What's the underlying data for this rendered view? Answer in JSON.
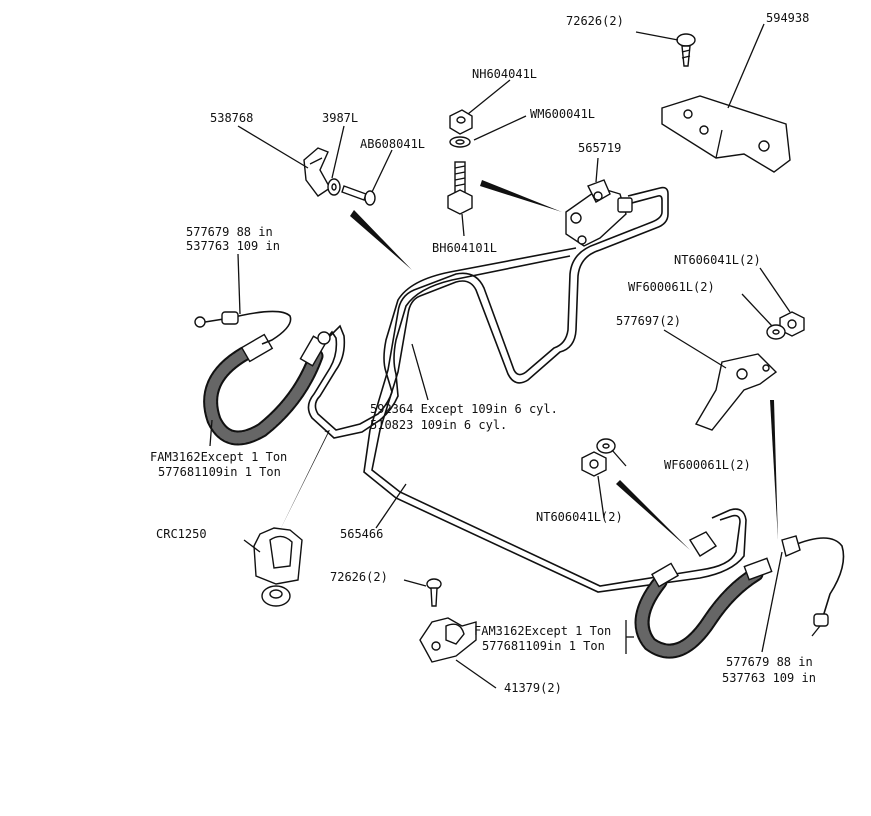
{
  "labels": {
    "l72626_top": "72626(2)",
    "l594938": "594938",
    "lNH604041L": "NH604041L",
    "lWM600041L": "WM600041L",
    "l538768": "538768",
    "l3987L": "3987L",
    "lAB608041L": "AB608041L",
    "l565719": "565719",
    "lBH604101L": "BH604101L",
    "l577679_left_a": "577679 88 in",
    "l577679_left_b": "537763 109 in",
    "lNT606041L_right": "NT606041L(2)",
    "lWF600061L_right": "WF600061L(2)",
    "l577697": "577697(2)",
    "l592364_a": "592364 Except 109in 6 cyl.",
    "l592364_b": "510823 109in 6 cyl.",
    "lFAM_left_a": "FAM3162Except 1 Ton",
    "lFAM_left_b": "577681109in 1 Ton",
    "lWF600061L_mid": "WF600061L(2)",
    "lCRC1250": "CRC1250",
    "l565466": "565466",
    "lNT606041L_mid": "NT606041L(2)",
    "l72626_bottom": "72626(2)",
    "lFAM_right_a": "FAM3162Except 1 Ton",
    "lFAM_right_b": "577681109in 1 Ton",
    "l577679_right_a": "577679 88 in",
    "l577679_right_b": "537763 109 in",
    "l41379": "41379(2)"
  }
}
